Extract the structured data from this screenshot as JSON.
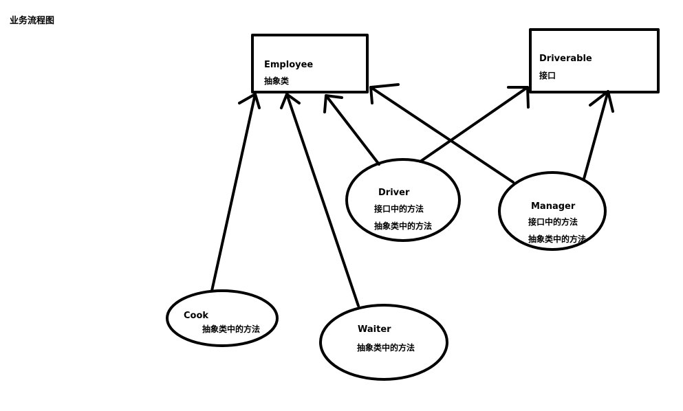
{
  "page": {
    "title": "业务流程图"
  },
  "nodes": {
    "employee": {
      "name": "Employee",
      "sub": "抽象类"
    },
    "driverable": {
      "name": "Driverable",
      "sub": "接口"
    },
    "driver": {
      "name": "Driver",
      "lines": [
        "接口中的方法",
        "抽象类中的方法"
      ]
    },
    "manager": {
      "name": "Manager",
      "lines": [
        "接口中的方法",
        "抽象类中的方法"
      ]
    },
    "cook": {
      "name": "Cook",
      "lines": [
        "抽象类中的方法"
      ]
    },
    "waiter": {
      "name": "Waiter",
      "lines": [
        "抽象类中的方法"
      ]
    }
  },
  "colors": {
    "stroke": "#000000",
    "background": "#ffffff"
  }
}
